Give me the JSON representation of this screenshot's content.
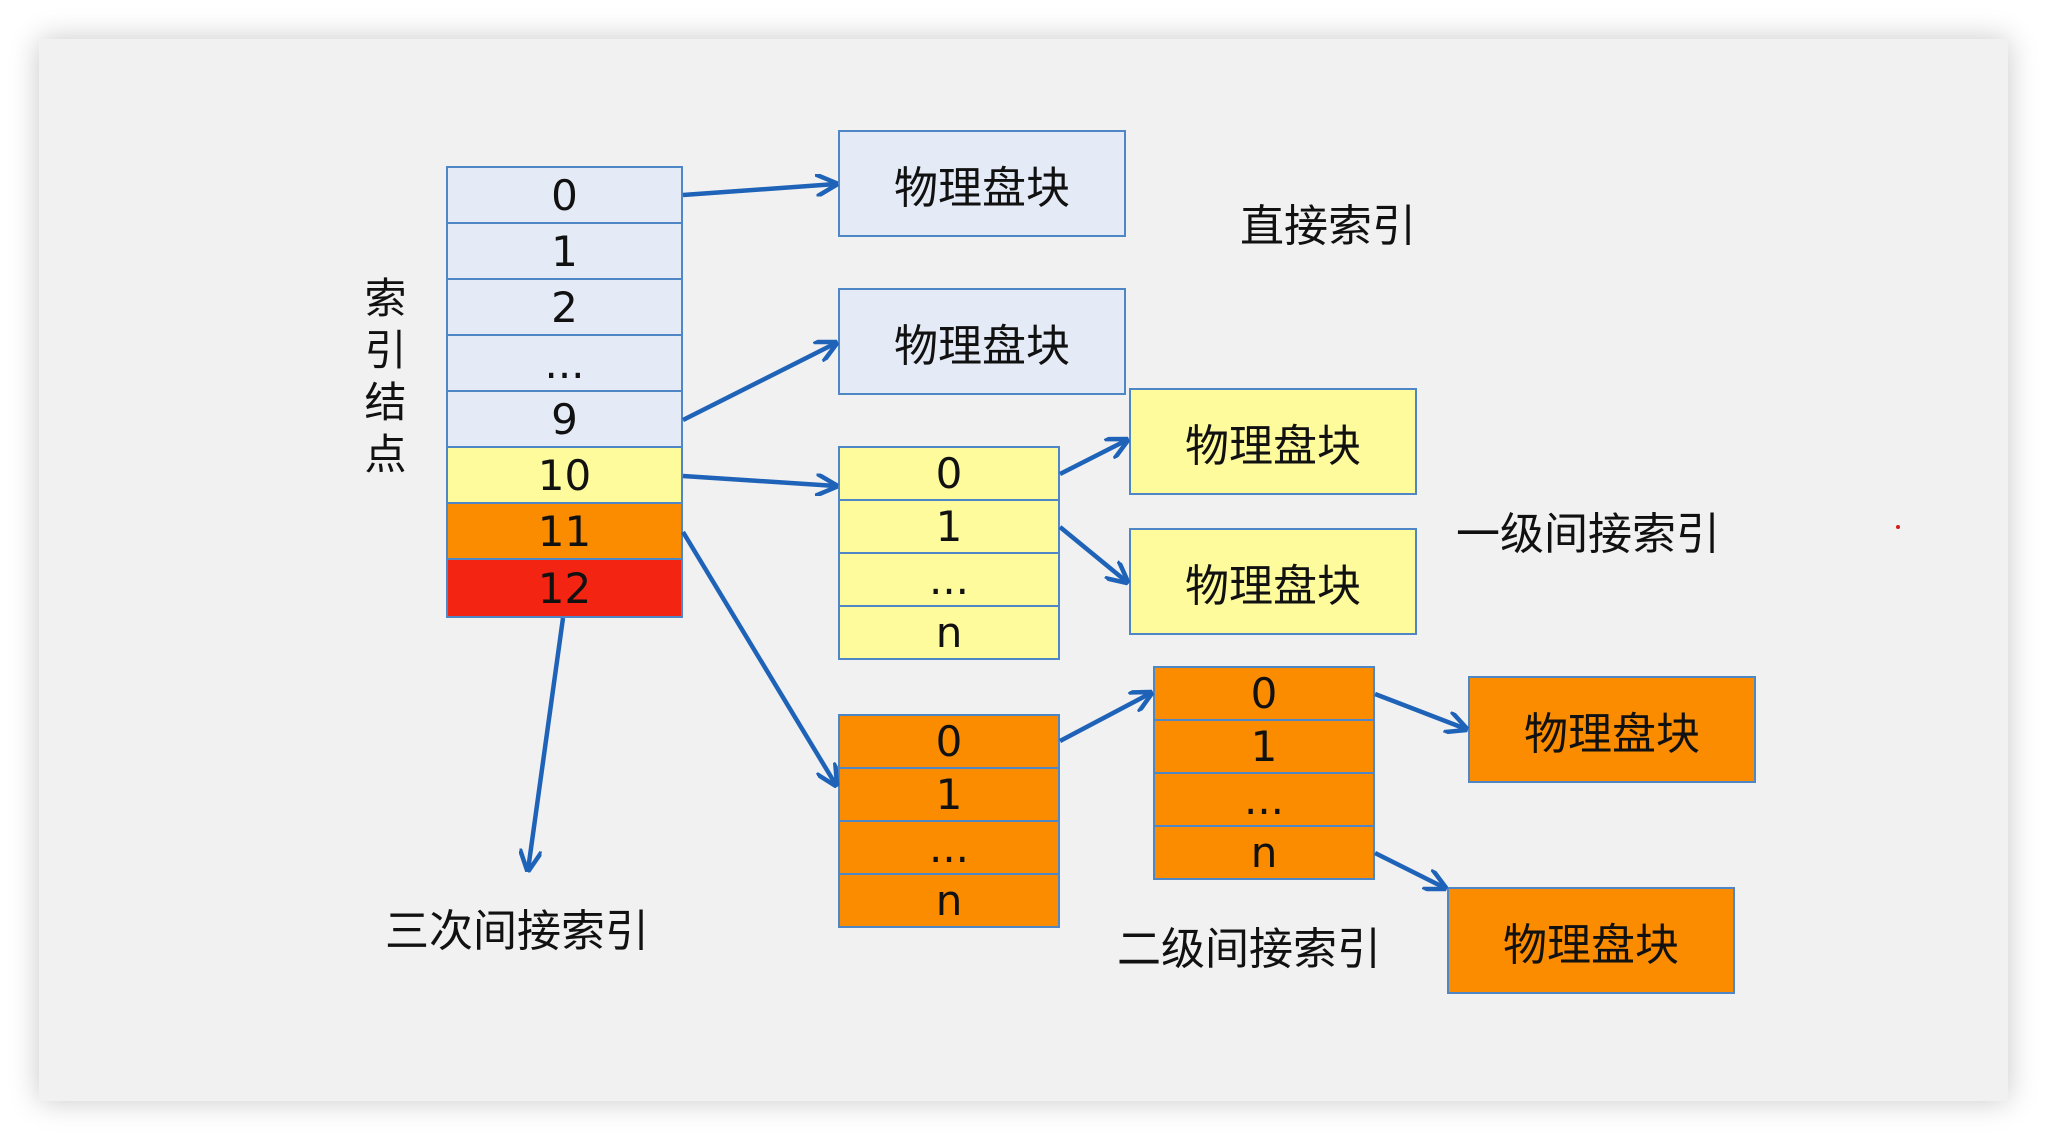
{
  "inode": {
    "label": "索引结点",
    "rows": [
      "0",
      "1",
      "2",
      "...",
      "9",
      "10",
      "11",
      "12"
    ]
  },
  "physical_block": "物理盘块",
  "labels": {
    "direct": "直接索引",
    "single_indirect": "一级间接索引",
    "double_indirect": "二级间接索引",
    "triple_indirect": "三次间接索引"
  },
  "index_block_rows": [
    "0",
    "1",
    "...",
    "n"
  ],
  "colors": {
    "direct": "#e5ebf6",
    "single": "#fdfb9c",
    "double": "#fb8c00",
    "triple": "#f42413",
    "arrow": "#1e63b8",
    "border": "#4f86c6"
  }
}
